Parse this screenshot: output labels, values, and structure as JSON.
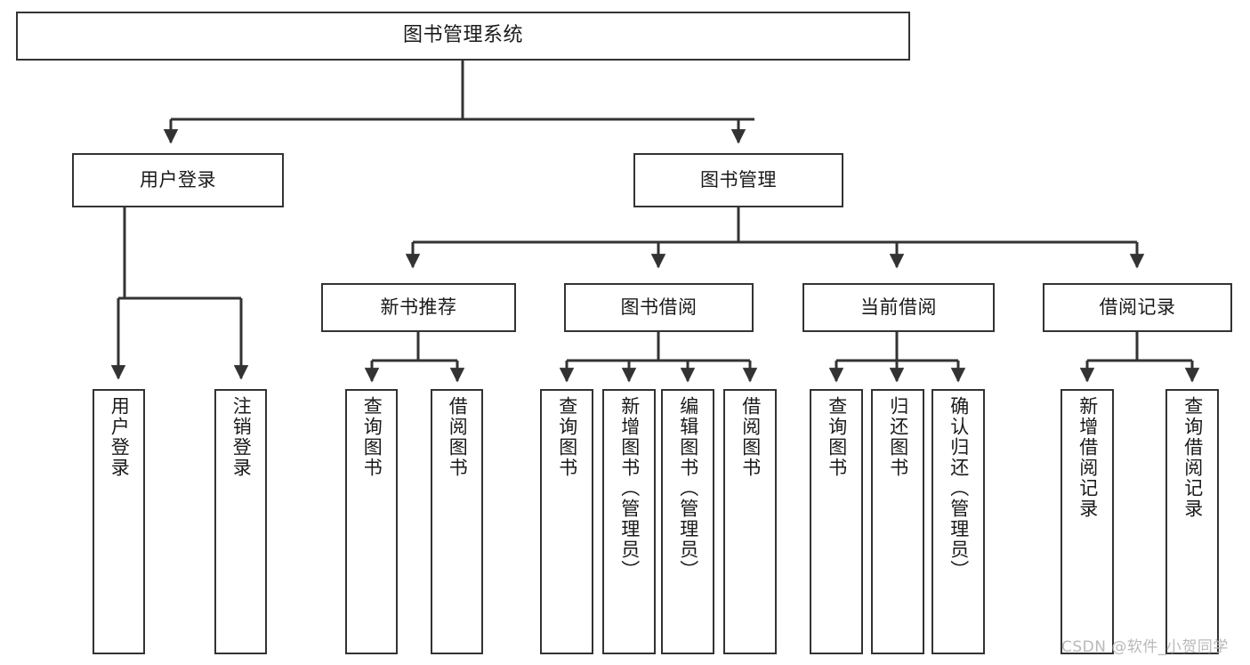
{
  "diagram": {
    "title": "图书管理系统",
    "type": "tree-hierarchy-chart",
    "root": {
      "label": "图书管理系统"
    },
    "level1": [
      {
        "label": "用户登录"
      },
      {
        "label": "图书管理"
      }
    ],
    "level2": [
      {
        "label": "新书推荐"
      },
      {
        "label": "图书借阅"
      },
      {
        "label": "当前借阅"
      },
      {
        "label": "借阅记录"
      }
    ],
    "leaves": [
      {
        "label": "用户登录"
      },
      {
        "label": "注销登录"
      },
      {
        "label": "查询图书"
      },
      {
        "label": "借阅图书"
      },
      {
        "label": "查询图书"
      },
      {
        "label": "新增图书（管理员）"
      },
      {
        "label": "编辑图书（管理员）"
      },
      {
        "label": "借阅图书"
      },
      {
        "label": "查询图书"
      },
      {
        "label": "归还图书"
      },
      {
        "label": "确认归还（管理员）"
      },
      {
        "label": "新增借阅记录"
      },
      {
        "label": "查询借阅记录"
      }
    ]
  },
  "watermark": {
    "text": "CSDN @软件_小贺同学"
  },
  "colors": {
    "stroke": "#333333",
    "box_fill": "#ffffff",
    "text": "#1a1a1a",
    "watermark": "#b9b9b9",
    "background": "#ffffff"
  }
}
